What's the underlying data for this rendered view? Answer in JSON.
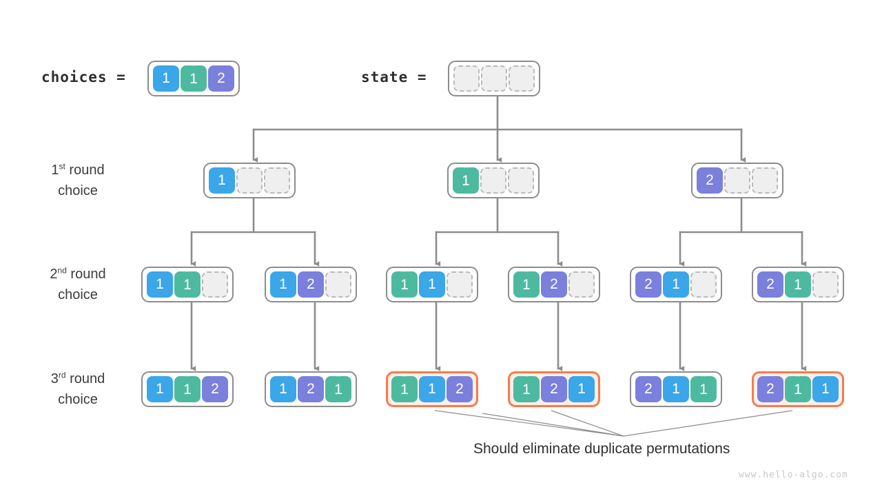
{
  "header": {
    "choices_label": "choices =",
    "state_label": "state ="
  },
  "legend": {
    "choices_cells": [
      {
        "value": "1",
        "color": "blue"
      },
      {
        "value": "1̂",
        "color": "teal"
      },
      {
        "value": "2",
        "color": "purple"
      }
    ],
    "state_cells": [
      {
        "value": "",
        "color": "empty"
      },
      {
        "value": "",
        "color": "empty"
      },
      {
        "value": "",
        "color": "empty"
      }
    ]
  },
  "rows": [
    {
      "label_ordinal": "1",
      "label_suffix": "st",
      "label_rest": " round",
      "label_line2": "choice",
      "nodes": [
        {
          "cells": [
            {
              "value": "1",
              "color": "blue"
            },
            {
              "value": "",
              "color": "empty"
            },
            {
              "value": "",
              "color": "empty"
            }
          ],
          "highlight": false
        },
        {
          "cells": [
            {
              "value": "1̂",
              "color": "teal"
            },
            {
              "value": "",
              "color": "empty"
            },
            {
              "value": "",
              "color": "empty"
            }
          ],
          "highlight": false
        },
        {
          "cells": [
            {
              "value": "2",
              "color": "purple"
            },
            {
              "value": "",
              "color": "empty"
            },
            {
              "value": "",
              "color": "empty"
            }
          ],
          "highlight": false
        }
      ]
    },
    {
      "label_ordinal": "2",
      "label_suffix": "nd",
      "label_rest": " round",
      "label_line2": "choice",
      "nodes": [
        {
          "cells": [
            {
              "value": "1",
              "color": "blue"
            },
            {
              "value": "1̂",
              "color": "teal"
            },
            {
              "value": "",
              "color": "empty"
            }
          ],
          "highlight": false
        },
        {
          "cells": [
            {
              "value": "1",
              "color": "blue"
            },
            {
              "value": "2",
              "color": "purple"
            },
            {
              "value": "",
              "color": "empty"
            }
          ],
          "highlight": false
        },
        {
          "cells": [
            {
              "value": "1̂",
              "color": "teal"
            },
            {
              "value": "1",
              "color": "blue"
            },
            {
              "value": "",
              "color": "empty"
            }
          ],
          "highlight": false
        },
        {
          "cells": [
            {
              "value": "1̂",
              "color": "teal"
            },
            {
              "value": "2",
              "color": "purple"
            },
            {
              "value": "",
              "color": "empty"
            }
          ],
          "highlight": false
        },
        {
          "cells": [
            {
              "value": "2",
              "color": "purple"
            },
            {
              "value": "1",
              "color": "blue"
            },
            {
              "value": "",
              "color": "empty"
            }
          ],
          "highlight": false
        },
        {
          "cells": [
            {
              "value": "2",
              "color": "purple"
            },
            {
              "value": "1̂",
              "color": "teal"
            },
            {
              "value": "",
              "color": "empty"
            }
          ],
          "highlight": false
        }
      ]
    },
    {
      "label_ordinal": "3",
      "label_suffix": "rd",
      "label_rest": " round",
      "label_line2": "choice",
      "nodes": [
        {
          "cells": [
            {
              "value": "1",
              "color": "blue"
            },
            {
              "value": "1̂",
              "color": "teal"
            },
            {
              "value": "2",
              "color": "purple"
            }
          ],
          "highlight": false
        },
        {
          "cells": [
            {
              "value": "1",
              "color": "blue"
            },
            {
              "value": "2",
              "color": "purple"
            },
            {
              "value": "1̂",
              "color": "teal"
            }
          ],
          "highlight": false
        },
        {
          "cells": [
            {
              "value": "1̂",
              "color": "teal"
            },
            {
              "value": "1",
              "color": "blue"
            },
            {
              "value": "2",
              "color": "purple"
            }
          ],
          "highlight": true
        },
        {
          "cells": [
            {
              "value": "1̂",
              "color": "teal"
            },
            {
              "value": "2",
              "color": "purple"
            },
            {
              "value": "1",
              "color": "blue"
            }
          ],
          "highlight": true
        },
        {
          "cells": [
            {
              "value": "2",
              "color": "purple"
            },
            {
              "value": "1",
              "color": "blue"
            },
            {
              "value": "1̂",
              "color": "teal"
            }
          ],
          "highlight": false
        },
        {
          "cells": [
            {
              "value": "2",
              "color": "purple"
            },
            {
              "value": "1̂",
              "color": "teal"
            },
            {
              "value": "1",
              "color": "blue"
            }
          ],
          "highlight": true
        }
      ]
    }
  ],
  "annotation": {
    "caption": "Should eliminate duplicate permutations"
  },
  "watermark": "www.hello-algo.com",
  "colors": {
    "blue": "#3ba6e8",
    "teal": "#4dbaa0",
    "purple": "#7a80dc",
    "empty_fill": "#efefef",
    "empty_border": "#b9b9b9",
    "node_border": "#8c8c8c",
    "highlight_border": "#f47b4e",
    "highlight_fill": "#fdeee8",
    "wire": "#8c8c8c",
    "leader": "#7a7a7a",
    "text": "#3c3c3c",
    "watermark": "#c8c8c8"
  }
}
